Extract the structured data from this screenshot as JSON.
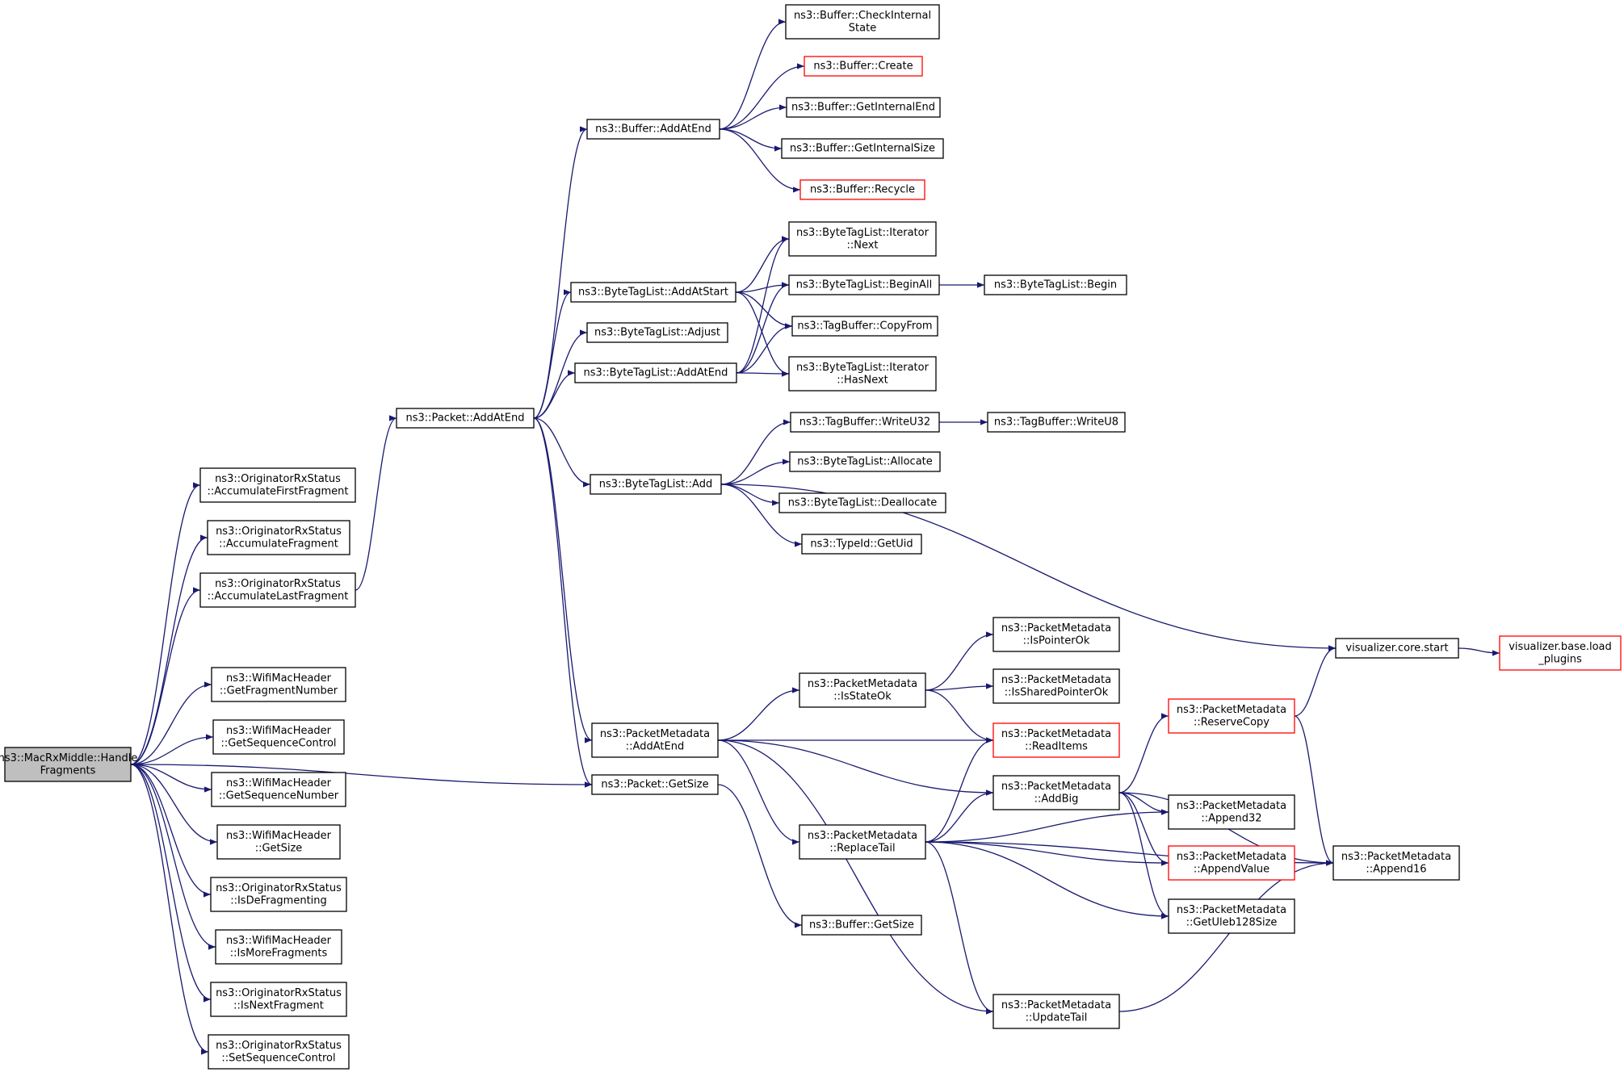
{
  "colors": {
    "edge": "#191970",
    "node_border": "#000000",
    "node_border_incomplete": "#ff0000",
    "node_fill": "#ffffff",
    "root_fill": "#bfbfbf"
  },
  "nodes": [
    {
      "id": "root",
      "lines": [
        "ns3::MacRxMiddle::Handle",
        "Fragments"
      ],
      "style": "root"
    },
    {
      "id": "oafirst",
      "lines": [
        "ns3::OriginatorRxStatus",
        "::AccumulateFirstFragment"
      ],
      "style": "normal"
    },
    {
      "id": "oafrag",
      "lines": [
        "ns3::OriginatorRxStatus",
        "::AccumulateFragment"
      ],
      "style": "normal"
    },
    {
      "id": "oalast",
      "lines": [
        "ns3::OriginatorRxStatus",
        "::AccumulateLastFragment"
      ],
      "style": "normal"
    },
    {
      "id": "wgetfrag",
      "lines": [
        "ns3::WifiMacHeader",
        "::GetFragmentNumber"
      ],
      "style": "normal"
    },
    {
      "id": "wgetseqc",
      "lines": [
        "ns3::WifiMacHeader",
        "::GetSequenceControl"
      ],
      "style": "normal"
    },
    {
      "id": "wgetseqn",
      "lines": [
        "ns3::WifiMacHeader",
        "::GetSequenceNumber"
      ],
      "style": "normal"
    },
    {
      "id": "wgetsize",
      "lines": [
        "ns3::WifiMacHeader",
        "::GetSize"
      ],
      "style": "normal"
    },
    {
      "id": "oisdefrag",
      "lines": [
        "ns3::OriginatorRxStatus",
        "::IsDeFragmenting"
      ],
      "style": "normal"
    },
    {
      "id": "wismore",
      "lines": [
        "ns3::WifiMacHeader",
        "::IsMoreFragments"
      ],
      "style": "normal"
    },
    {
      "id": "oisnext",
      "lines": [
        "ns3::OriginatorRxStatus",
        "::IsNextFragment"
      ],
      "style": "normal"
    },
    {
      "id": "osetseq",
      "lines": [
        "ns3::OriginatorRxStatus",
        "::SetSequenceControl"
      ],
      "style": "normal"
    },
    {
      "id": "paddend",
      "lines": [
        "ns3::Packet::AddAtEnd"
      ],
      "style": "normal"
    },
    {
      "id": "pgetsize",
      "lines": [
        "ns3::Packet::GetSize"
      ],
      "style": "normal"
    },
    {
      "id": "baddend",
      "lines": [
        "ns3::Buffer::AddAtEnd"
      ],
      "style": "normal"
    },
    {
      "id": "btladdstart",
      "lines": [
        "ns3::ByteTagList::AddAtStart"
      ],
      "style": "normal"
    },
    {
      "id": "btladjust",
      "lines": [
        "ns3::ByteTagList::Adjust"
      ],
      "style": "normal"
    },
    {
      "id": "btladdend",
      "lines": [
        "ns3::ByteTagList::AddAtEnd"
      ],
      "style": "normal"
    },
    {
      "id": "btladd",
      "lines": [
        "ns3::ByteTagList::Add"
      ],
      "style": "normal"
    },
    {
      "id": "pmaddend",
      "lines": [
        "ns3::PacketMetadata",
        "::AddAtEnd"
      ],
      "style": "normal"
    },
    {
      "id": "bcheck",
      "lines": [
        "ns3::Buffer::CheckInternal",
        "State"
      ],
      "style": "normal"
    },
    {
      "id": "bcreate",
      "lines": [
        "ns3::Buffer::Create"
      ],
      "style": "incomplete"
    },
    {
      "id": "bgetiend",
      "lines": [
        "ns3::Buffer::GetInternalEnd"
      ],
      "style": "normal"
    },
    {
      "id": "bgetisize",
      "lines": [
        "ns3::Buffer::GetInternalSize"
      ],
      "style": "normal"
    },
    {
      "id": "brecycle",
      "lines": [
        "ns3::Buffer::Recycle"
      ],
      "style": "incomplete"
    },
    {
      "id": "btlitnext",
      "lines": [
        "ns3::ByteTagList::Iterator",
        "::Next"
      ],
      "style": "normal"
    },
    {
      "id": "btlbeginall",
      "lines": [
        "ns3::ByteTagList::BeginAll"
      ],
      "style": "normal"
    },
    {
      "id": "btlbegin",
      "lines": [
        "ns3::ByteTagList::Begin"
      ],
      "style": "normal"
    },
    {
      "id": "tbcopy",
      "lines": [
        "ns3::TagBuffer::CopyFrom"
      ],
      "style": "normal"
    },
    {
      "id": "btlithasnext",
      "lines": [
        "ns3::ByteTagList::Iterator",
        "::HasNext"
      ],
      "style": "normal"
    },
    {
      "id": "tbwriteu32",
      "lines": [
        "ns3::TagBuffer::WriteU32"
      ],
      "style": "normal"
    },
    {
      "id": "tbwriteu8",
      "lines": [
        "ns3::TagBuffer::WriteU8"
      ],
      "style": "normal"
    },
    {
      "id": "btlalloc",
      "lines": [
        "ns3::ByteTagList::Allocate"
      ],
      "style": "normal"
    },
    {
      "id": "btldealloc",
      "lines": [
        "ns3::ByteTagList::Deallocate"
      ],
      "style": "normal"
    },
    {
      "id": "tidgetuid",
      "lines": [
        "ns3::TypeId::GetUid"
      ],
      "style": "normal"
    },
    {
      "id": "vizstart",
      "lines": [
        "visualizer.core.start"
      ],
      "style": "normal"
    },
    {
      "id": "vizload",
      "lines": [
        "visualizer.base.load",
        "_plugins"
      ],
      "style": "incomplete"
    },
    {
      "id": "pmispointer",
      "lines": [
        "ns3::PacketMetadata",
        "::IsPointerOk"
      ],
      "style": "normal"
    },
    {
      "id": "pmisstate",
      "lines": [
        "ns3::PacketMetadata",
        "::IsStateOk"
      ],
      "style": "normal"
    },
    {
      "id": "pmisshared",
      "lines": [
        "ns3::PacketMetadata",
        "::IsSharedPointerOk"
      ],
      "style": "normal"
    },
    {
      "id": "pmreaditems",
      "lines": [
        "ns3::PacketMetadata",
        "::ReadItems"
      ],
      "style": "incomplete"
    },
    {
      "id": "pmreserve",
      "lines": [
        "ns3::PacketMetadata",
        "::ReserveCopy"
      ],
      "style": "incomplete"
    },
    {
      "id": "pmaddbig",
      "lines": [
        "ns3::PacketMetadata",
        "::AddBig"
      ],
      "style": "normal"
    },
    {
      "id": "pmappend32",
      "lines": [
        "ns3::PacketMetadata",
        "::Append32"
      ],
      "style": "normal"
    },
    {
      "id": "pmreplacetail",
      "lines": [
        "ns3::PacketMetadata",
        "::ReplaceTail"
      ],
      "style": "normal"
    },
    {
      "id": "pmappendvalue",
      "lines": [
        "ns3::PacketMetadata",
        "::AppendValue"
      ],
      "style": "incomplete"
    },
    {
      "id": "pmappend16",
      "lines": [
        "ns3::PacketMetadata",
        "::Append16"
      ],
      "style": "normal"
    },
    {
      "id": "pmgetuleb",
      "lines": [
        "ns3::PacketMetadata",
        "::GetUleb128Size"
      ],
      "style": "normal"
    },
    {
      "id": "bgetsize",
      "lines": [
        "ns3::Buffer::GetSize"
      ],
      "style": "normal"
    },
    {
      "id": "pmupdatetail",
      "lines": [
        "ns3::PacketMetadata",
        "::UpdateTail"
      ],
      "style": "normal"
    }
  ],
  "edges": [
    [
      "root",
      "oafirst"
    ],
    [
      "root",
      "oafrag"
    ],
    [
      "root",
      "oalast"
    ],
    [
      "root",
      "pgetsize"
    ],
    [
      "root",
      "wgetfrag"
    ],
    [
      "root",
      "wgetseqc"
    ],
    [
      "root",
      "wgetseqn"
    ],
    [
      "root",
      "wgetsize"
    ],
    [
      "root",
      "oisdefrag"
    ],
    [
      "root",
      "wismore"
    ],
    [
      "root",
      "oisnext"
    ],
    [
      "root",
      "osetseq"
    ],
    [
      "oalast",
      "paddend"
    ],
    [
      "paddend",
      "baddend"
    ],
    [
      "paddend",
      "btladdstart"
    ],
    [
      "paddend",
      "btladjust"
    ],
    [
      "paddend",
      "btladdend"
    ],
    [
      "paddend",
      "btladd"
    ],
    [
      "paddend",
      "pmaddend"
    ],
    [
      "paddend",
      "pgetsize"
    ],
    [
      "baddend",
      "bcheck"
    ],
    [
      "baddend",
      "bcreate"
    ],
    [
      "baddend",
      "bgetiend"
    ],
    [
      "baddend",
      "bgetisize"
    ],
    [
      "baddend",
      "brecycle"
    ],
    [
      "btladdstart",
      "btlitnext"
    ],
    [
      "btladdstart",
      "btlbeginall"
    ],
    [
      "btladdstart",
      "tbcopy"
    ],
    [
      "btladdstart",
      "btlithasnext"
    ],
    [
      "btladdend",
      "btlitnext"
    ],
    [
      "btladdend",
      "btlbeginall"
    ],
    [
      "btladdend",
      "tbcopy"
    ],
    [
      "btladdend",
      "btlithasnext"
    ],
    [
      "btlbeginall",
      "btlbegin"
    ],
    [
      "btladd",
      "tbwriteu32"
    ],
    [
      "btladd",
      "btlalloc"
    ],
    [
      "btladd",
      "btldealloc"
    ],
    [
      "btladd",
      "tidgetuid"
    ],
    [
      "btladd",
      "vizstart"
    ],
    [
      "tbwriteu32",
      "tbwriteu8"
    ],
    [
      "vizstart",
      "vizload"
    ],
    [
      "pmaddend",
      "pmisstate"
    ],
    [
      "pmaddend",
      "pmreaditems"
    ],
    [
      "pmaddend",
      "pmaddbig"
    ],
    [
      "pmaddend",
      "pmreplacetail"
    ],
    [
      "pmaddend",
      "pmupdatetail"
    ],
    [
      "pmisstate",
      "pmispointer"
    ],
    [
      "pmisstate",
      "pmisshared"
    ],
    [
      "pmisstate",
      "pmreaditems"
    ],
    [
      "pmaddbig",
      "pmreserve"
    ],
    [
      "pmaddbig",
      "pmappend32"
    ],
    [
      "pmaddbig",
      "pmappendvalue"
    ],
    [
      "pmaddbig",
      "pmgetuleb"
    ],
    [
      "pmaddbig",
      "pmappend16"
    ],
    [
      "pmreserve",
      "vizstart"
    ],
    [
      "pmreserve",
      "pmappend16"
    ],
    [
      "pmreplacetail",
      "pmreaditems"
    ],
    [
      "pmreplacetail",
      "pmaddbig"
    ],
    [
      "pmreplacetail",
      "pmappend32"
    ],
    [
      "pmreplacetail",
      "pmappendvalue"
    ],
    [
      "pmreplacetail",
      "pmgetuleb"
    ],
    [
      "pmreplacetail",
      "pmappend16"
    ],
    [
      "pmreplacetail",
      "pmupdatetail"
    ],
    [
      "pmupdatetail",
      "pmappend16"
    ],
    [
      "pgetsize",
      "bgetsize"
    ]
  ]
}
